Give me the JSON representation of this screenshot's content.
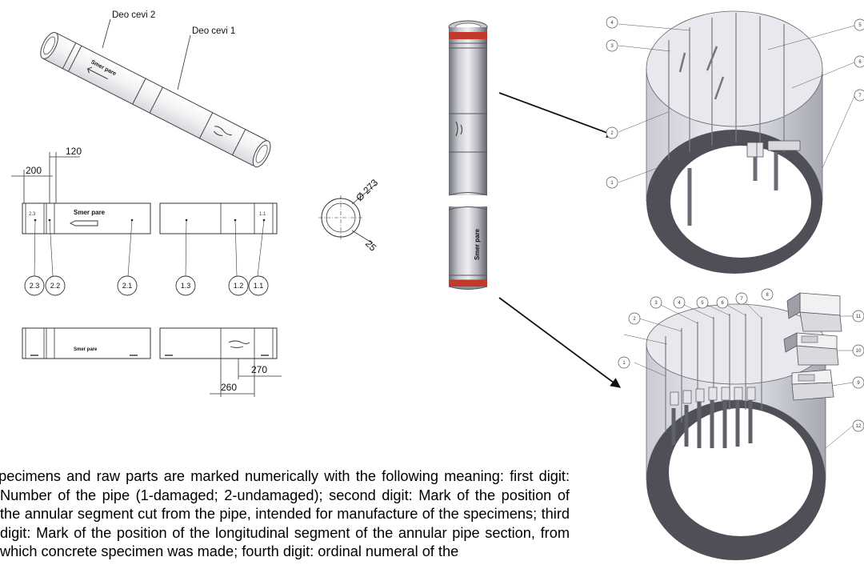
{
  "iso_view": {
    "part_label_2": "Deo cevi 2",
    "part_label_1": "Deo cevi 1",
    "flow_label": "Smer pare"
  },
  "front_view": {
    "dim_120": "120",
    "dim_200": "200",
    "flow_label": "Smer pare",
    "balloons": [
      "2.3",
      "2.2",
      "2.1",
      "1.3",
      "1.2",
      "1.1"
    ]
  },
  "bottom_view": {
    "flow_label": "Smer pare",
    "dim_270": "270",
    "dim_260": "260"
  },
  "section": {
    "diameter": "Ø 273",
    "thickness": "25"
  },
  "pipe_photo": {
    "flow_label": "Smer pare"
  },
  "ring_upper": {
    "balloons": [
      "4",
      "3",
      "2",
      "1",
      "5",
      "6",
      "7"
    ]
  },
  "ring_lower": {
    "balloons": [
      "3",
      "4",
      "5",
      "6",
      "7",
      "8",
      "2",
      "1",
      "11",
      "10",
      "9",
      "12"
    ]
  },
  "caption": {
    "text": "Specimens and raw parts are marked numerically with the following meaning: first digit: Number of the pipe (1-damaged; 2-undamaged); second digit: Mark of the position of the annular segment cut from the pipe, intended for manufacture of the specimens; third digit: Mark of the position of the longitudinal segment of the annular pipe section, from which concrete specimen was made; fourth digit: ordinal numeral of the"
  },
  "colors": {
    "steel_light": "#e6e6ea",
    "steel_mid": "#b9bac2",
    "steel_dark": "#7d7e88",
    "ring_inner": "#55565e",
    "band_red": "#c0392b"
  }
}
